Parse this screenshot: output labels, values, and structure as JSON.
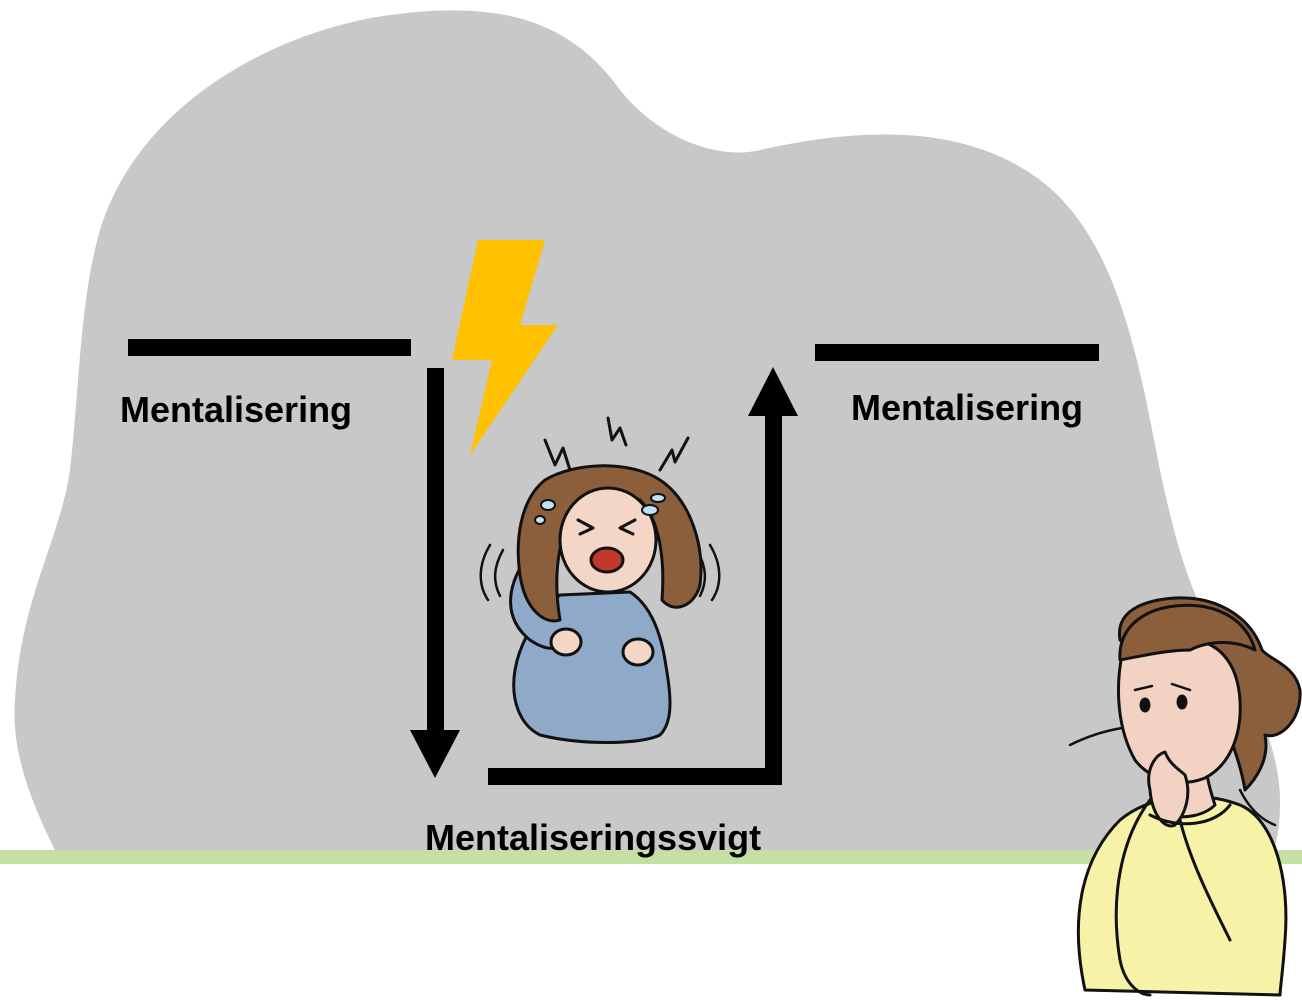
{
  "labels": {
    "left": "Mentalisering",
    "right": "Mentalisering",
    "bottom": "Mentaliseringssvigt"
  },
  "colors": {
    "blob": "#c8c8c8",
    "ground_line": "#c4e0a2",
    "lightning": "#ffc000",
    "lines": "#000000"
  },
  "icons": {
    "lightning": "lightning-bolt-icon",
    "angry_person": "angry-crying-girl",
    "thinking_person": "thinking-woman"
  }
}
